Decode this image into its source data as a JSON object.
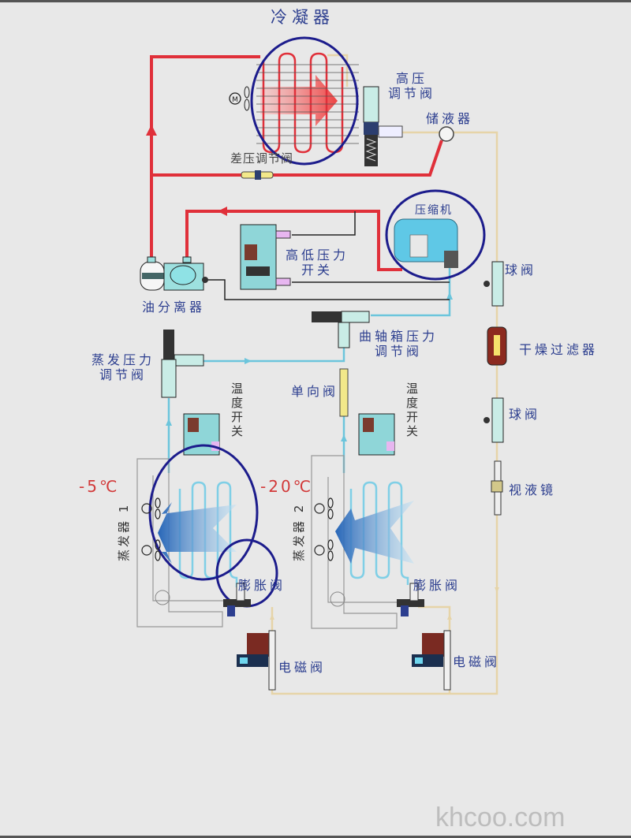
{
  "diagram": {
    "type": "refrigeration-system-schematic",
    "colors": {
      "background": "#e8e8e8",
      "hot_gas_line": "#e0303a",
      "suction_line": "#6cc5dc",
      "liquid_line": "#e6d4a8",
      "highlight_circle": "#1c1c8c",
      "label_text": "#2c3e8f",
      "temperature_text": "#d23a3a"
    },
    "components": {
      "condenser": "冷凝器",
      "condenser_bottom_label": "差压调节阀",
      "high_pressure_valve": [
        "高压",
        "调节阀"
      ],
      "receiver": "储液器",
      "compressor": "压缩机",
      "hl_pressure_switch": [
        "高低压力",
        "开关"
      ],
      "oil_separator": "油分离器",
      "ball_valve_1": "球阀",
      "drier_filter": "干燥过滤器",
      "ball_valve_2": "球阀",
      "sight_glass": "视液镜",
      "crankcase_valve": [
        "曲轴箱压力",
        "调节阀"
      ],
      "evap_pressure_valve": [
        "蒸发压力",
        "调节阀"
      ],
      "check_valve": "单向阀",
      "temp_switch_1": "温度开关",
      "temp_switch_2": "温度开关",
      "evaporator_1": "蒸发器 1",
      "evaporator_2": "蒸发器 2",
      "evaporator_1_temp": "-5℃",
      "evaporator_2_temp": "-20℃",
      "expansion_valve_1": "膨胀阀",
      "expansion_valve_2": "膨胀阀",
      "solenoid_valve_1": "电磁阀",
      "solenoid_valve_2": "电磁阀"
    },
    "icons": {
      "fan_motor": "M"
    }
  },
  "watermark": "khcoo.com"
}
